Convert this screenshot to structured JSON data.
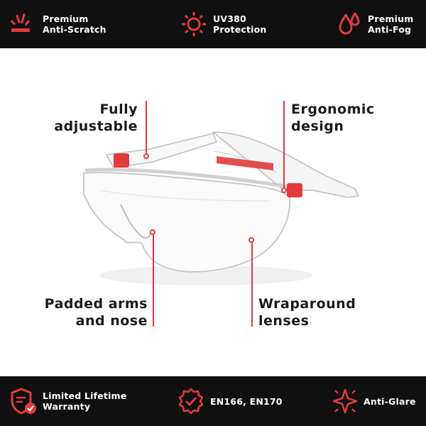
{
  "top_bar": {
    "features": [
      {
        "line1": "Premium",
        "line2": "Anti-Scratch",
        "icon": "scratch-icon"
      },
      {
        "line1": "UV380",
        "line2": "Protection",
        "icon": "sun-icon"
      },
      {
        "line1": "Premium",
        "line2": "Anti-Fog",
        "icon": "droplets-icon"
      }
    ]
  },
  "callouts": {
    "fully_adjustable": {
      "line1": "Fully",
      "line2": "adjustable"
    },
    "ergonomic_design": {
      "line1": "Ergonomic",
      "line2": "design"
    },
    "padded": {
      "line1": "Padded arms",
      "line2": "and nose"
    },
    "wraparound": {
      "line1": "Wraparound",
      "line2": "lenses"
    }
  },
  "bottom_bar": {
    "features": [
      {
        "line1": "Limited Lifetime",
        "line2": "Warranty",
        "icon": "shield-check-icon"
      },
      {
        "line1": "EN166, EN170",
        "icon": "badge-check-icon"
      },
      {
        "line1": "Anti-Glare",
        "icon": "sparkle-icon"
      }
    ]
  },
  "colors": {
    "accent": "#e23b3b",
    "bar": "#101010",
    "text": "#1a1a1a"
  }
}
